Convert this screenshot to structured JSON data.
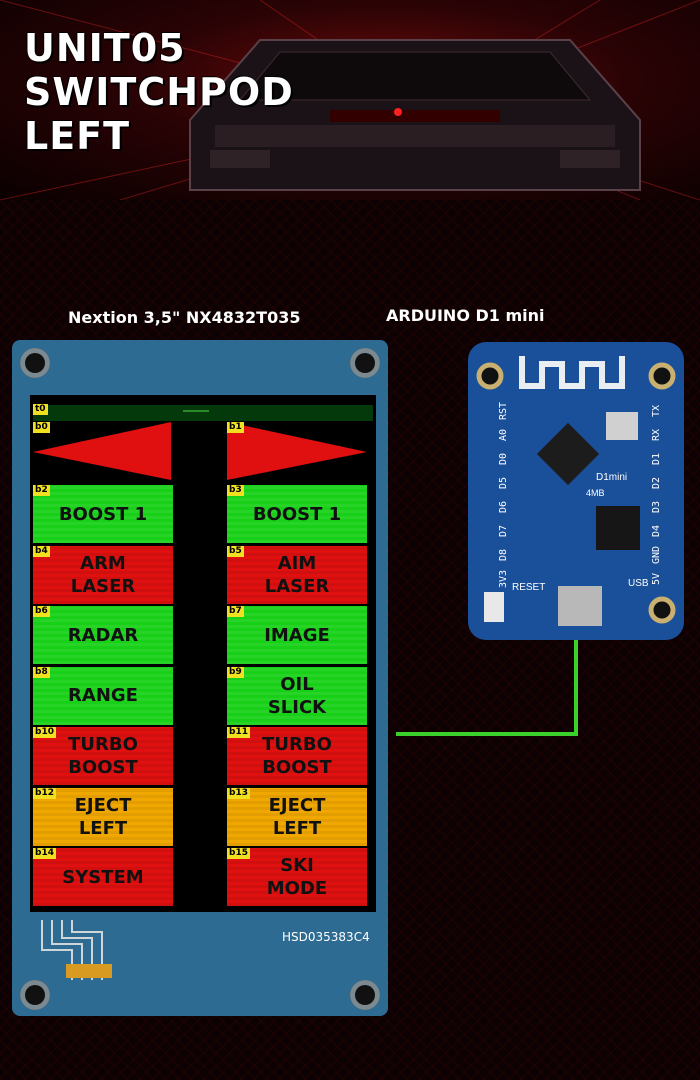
{
  "banner": {
    "title": "UNIT05\nSWITCHPOD\nLEFT"
  },
  "labels": {
    "nextion": "Nextion 3,5\" NX4832T035",
    "arduino": "ARDUINO D1 mini"
  },
  "screen": {
    "top_tag": "t0",
    "arrow_tags": [
      "b0",
      "b1"
    ],
    "buttons": [
      {
        "tag": "b2",
        "label": "BOOST 1",
        "color": "green"
      },
      {
        "tag": "b3",
        "label": "BOOST 1",
        "color": "green"
      },
      {
        "tag": "b4",
        "label": "ARM\nLASER",
        "color": "red"
      },
      {
        "tag": "b5",
        "label": "AIM\nLASER",
        "color": "red"
      },
      {
        "tag": "b6",
        "label": "RADAR",
        "color": "green"
      },
      {
        "tag": "b7",
        "label": "IMAGE",
        "color": "green"
      },
      {
        "tag": "b8",
        "label": "RANGE",
        "color": "green"
      },
      {
        "tag": "b9",
        "label": "OIL\nSLICK",
        "color": "green"
      },
      {
        "tag": "b10",
        "label": "TURBO\nBOOST",
        "color": "red"
      },
      {
        "tag": "b11",
        "label": "TURBO\nBOOST",
        "color": "red"
      },
      {
        "tag": "b12",
        "label": "EJECT\nLEFT",
        "color": "orange"
      },
      {
        "tag": "b13",
        "label": "EJECT\nLEFT",
        "color": "orange"
      },
      {
        "tag": "b14",
        "label": "SYSTEM",
        "color": "red"
      },
      {
        "tag": "b15",
        "label": "SKI\nMODE",
        "color": "red"
      }
    ]
  },
  "board_text": {
    "hsd": "HSD035383C4"
  },
  "d1": {
    "pins_left": [
      "RST",
      "A0",
      "D0",
      "D5",
      "D6",
      "D7",
      "D8",
      "3V3"
    ],
    "pins_right": [
      "TX",
      "RX",
      "D1",
      "D2",
      "D3",
      "D4",
      "GND",
      "5V"
    ],
    "chip": "D1mini",
    "flash": "4MB",
    "reset": "RESET",
    "usb": "USB"
  },
  "colors": {
    "green": "#18d018",
    "red": "#e01010",
    "orange": "#f0a800",
    "wire": "#3ad12a",
    "pcb_nextion": "#2d6b93",
    "pcb_d1": "#1a4f9a"
  }
}
